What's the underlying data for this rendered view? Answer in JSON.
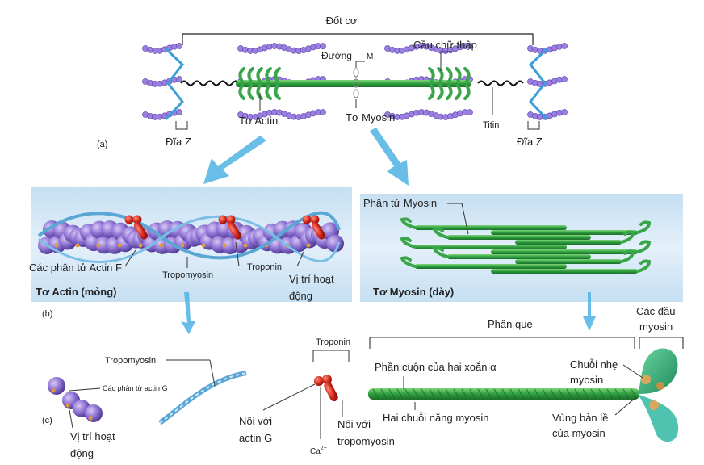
{
  "sarcomere": {
    "title": "Đốt cơ",
    "cross_bridge": "Cầu chữ thập",
    "m_line_prefix": "Đường",
    "m_line_letter": "M",
    "actin_filament": "Tơ Actin",
    "myosin_filament": "Tơ Myosin",
    "titin": "Titin",
    "z_disc_left": "Đĩa Z",
    "z_disc_right": "Đĩa Z",
    "panel_a": "(a)"
  },
  "actin_panel": {
    "f_actin": "Các phân tử Actin F",
    "tropomyosin": "Tropomyosin",
    "troponin": "Troponin",
    "active_site_line1": "Vị trí hoạt",
    "active_site_line2": "động",
    "title": "Tơ Actin (mỏng)",
    "panel_b": "(b)"
  },
  "myosin_panel": {
    "molecule": "Phân tử Myosin",
    "title": "Tơ Myosin (dày)"
  },
  "bottom": {
    "tropomyosin": "Tropomyosin",
    "g_actin": "Các phân tử actin G",
    "active_site_line1": "Vị trí hoạt",
    "active_site_line2": "động",
    "panel_c": "(c)",
    "troponin": "Troponin",
    "bind_actin_line1": "Nối với",
    "bind_actin_line2": "actin G",
    "calcium": "Ca",
    "calcium_charge": "2+",
    "bind_tropo_line1": "Nối với",
    "bind_tropo_line2": "tropomyosin",
    "rod": "Phần que",
    "heads_line1": "Các đầu",
    "heads_line2": "myosin",
    "coiled_coil": "Phần cuộn của hai xoắn α",
    "light_chain_line1": "Chuỗi nhẹ",
    "light_chain_line2": "myosin",
    "heavy_chains": "Hai chuỗi nặng myosin",
    "hinge_line1": "Vùng bản lề",
    "hinge_line2": "của myosin"
  },
  "colors": {
    "actin_purple": "#8a6fd0",
    "myosin_green": "#3aa64a",
    "z_blue": "#3a9fd8",
    "panel_blue": "#cfe4f4",
    "troponin_red": "#d42a1e",
    "arrow_blue": "#4fb3e3"
  }
}
